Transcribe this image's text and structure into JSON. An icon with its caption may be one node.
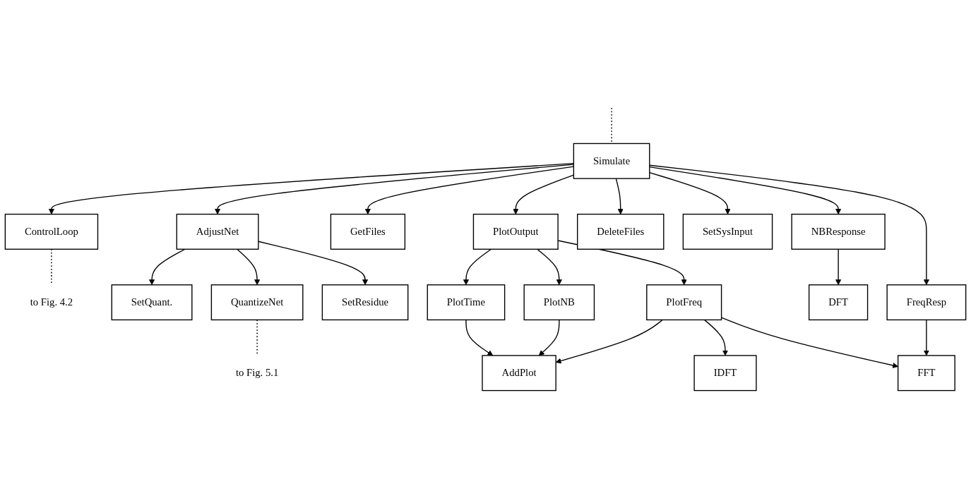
{
  "diagram": {
    "nodes": [
      {
        "text": [
          "Simulate"
        ]
      },
      {
        "text": [
          "ControlLoop"
        ]
      },
      {
        "text": [
          "AdjustNet"
        ]
      },
      {
        "text": [
          "GetFiles"
        ]
      },
      {
        "text": [
          "DeleteFiles"
        ]
      },
      {
        "text": [
          "NBResponse"
        ]
      },
      {
        "text": [
          "FreqResp"
        ]
      },
      {
        "text": [
          "to Fig. 4.2"
        ]
      },
      {
        "text": [
          "SetQuant."
        ]
      },
      {
        "text": [
          "SetResidue"
        ]
      },
      {
        "text": [
          "PlotOutput"
        ]
      },
      {
        "text": [
          "SetSysInput"
        ]
      },
      {
        "text": [
          "DFT"
        ]
      },
      {
        "text": [
          "QuantizeNet"
        ]
      },
      {
        "text": [
          "PlotTime"
        ]
      },
      {
        "text": [
          "PlotNB"
        ]
      },
      {
        "text": [
          "PlotFreq"
        ]
      },
      {
        "text": [
          "to Fig. 5.1"
        ]
      },
      {
        "text": [
          "AddPlot"
        ]
      },
      {
        "text": [
          "IDFT"
        ]
      },
      {
        "text": [
          "FFT"
        ]
      }
    ],
    "edges": [
      {
        "from": null,
        "to": 0,
        "arrow": "none",
        "style": "dashed"
      },
      {
        "from": 0,
        "to": 1,
        "arrow": "to"
      },
      {
        "from": 0,
        "to": 2,
        "arrow": "to"
      },
      {
        "from": 0,
        "to": 3,
        "arrow": "to"
      },
      {
        "from": 0,
        "to": 10,
        "arrow": "to"
      },
      {
        "from": 0,
        "to": 4,
        "arrow": "to"
      },
      {
        "from": 0,
        "to": 11,
        "arrow": "to"
      },
      {
        "from": 0,
        "to": 5,
        "arrow": "to"
      },
      {
        "from": 0,
        "to": 6,
        "arrow": "to"
      },
      {
        "from": 1,
        "to": 7,
        "arrow": "none",
        "style": "dashed"
      },
      {
        "from": 2,
        "to": 8,
        "arrow": "to"
      },
      {
        "from": 2,
        "to": 13,
        "arrow": "to"
      },
      {
        "from": 2,
        "to": 9,
        "arrow": "to"
      },
      {
        "from": 5,
        "to": 12,
        "arrow": "to"
      },
      {
        "from": 6,
        "to": 20,
        "arrow": "to"
      },
      {
        "from": 10,
        "to": 14,
        "arrow": "to"
      },
      {
        "from": 10,
        "to": 15,
        "arrow": "to"
      },
      {
        "from": 10,
        "to": 16,
        "arrow": "to"
      },
      {
        "from": 13,
        "to": 17,
        "arrow": "none",
        "style": "dashed"
      },
      {
        "from": 14,
        "to": 18,
        "arrow": "to"
      },
      {
        "from": 15,
        "to": 18,
        "arrow": "to"
      },
      {
        "from": 16,
        "to": 18,
        "arrow": "to"
      },
      {
        "from": 16,
        "to": 19,
        "arrow": "to"
      },
      {
        "from": 16,
        "to": 20,
        "arrow": "to"
      }
    ]
  }
}
